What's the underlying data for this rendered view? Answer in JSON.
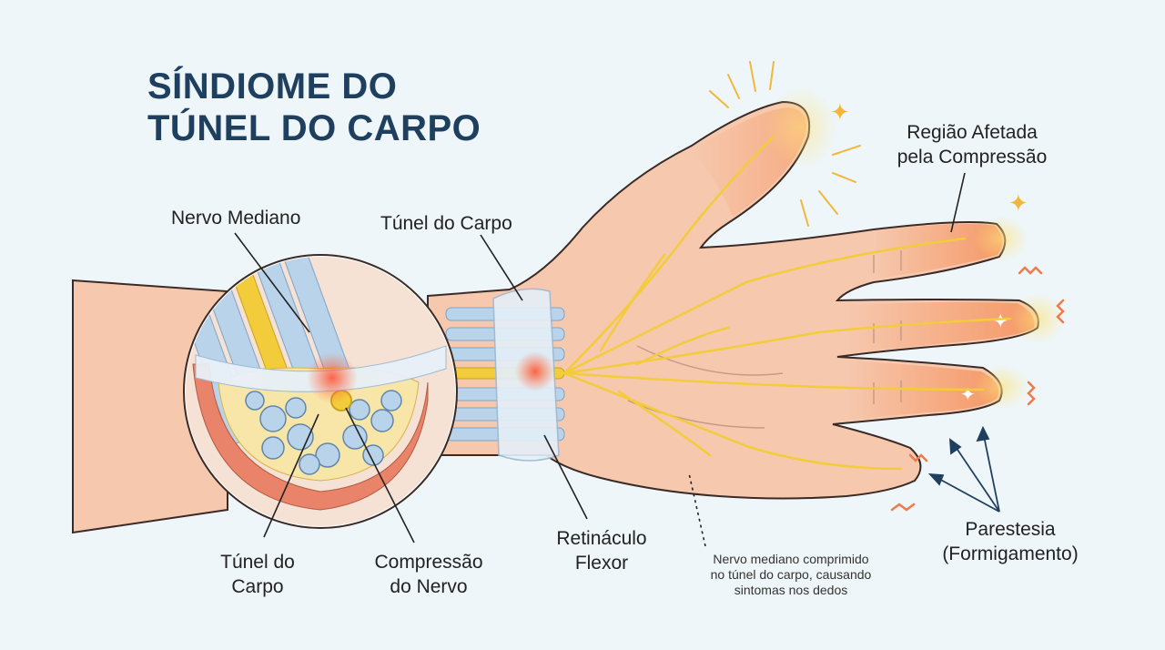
{
  "title": {
    "line1": "SÍNDIOME DO",
    "line2": "TÚNEL DO CARPO"
  },
  "labels": {
    "nervo_mediano": "Nervo Mediano",
    "tunel_do_carpo_top": "Túnel do Carpo",
    "regiao_afetada_line1": "Região Afetada",
    "regiao_afetada_line2": "pela Compressão",
    "tunel_do_carpo_bottom_line1": "Túnel do",
    "tunel_do_carpo_bottom_line2": "Carpo",
    "compressao_line1": "Compressão",
    "compressao_line2": "do Nervo",
    "retinaculo_line1": "Retináculo",
    "retinaculo_line2": "Flexor",
    "parestesia_line1": "Parestesia",
    "parestesia_line2": "(Formigamento)",
    "nota_line1": "Nervo mediano comprimido",
    "nota_line2": "no túnel do carpo, causando",
    "nota_line3": "sintomas nos dedos"
  },
  "colors": {
    "background": "#eef6f9",
    "title": "#1f3f5f",
    "skin": "#f6c8ae",
    "skin_outline": "#3b2b26",
    "nerve": "#f2cc3a",
    "tendon": "#b9d3ea",
    "inflammation": "#f26b4a",
    "glow": "#f7a45a"
  }
}
